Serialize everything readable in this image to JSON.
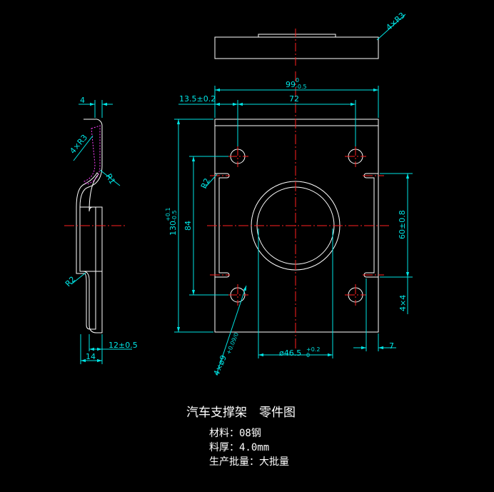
{
  "title": "汽车支撑架　零件图",
  "notes": [
    "材料：08钢",
    "料厚：4.0mm",
    "生产批量：大批量"
  ],
  "dimensions": {
    "width_overall": "99",
    "width_overall_tol_upper": "0",
    "width_overall_tol_lower": "-0.5",
    "hole_spacing_x": "72",
    "edge_offset": "13.5±0.2",
    "height_overall": "130",
    "height_overall_tol_upper": "+0.1",
    "height_overall_tol_lower": "-0.5",
    "hole_spacing_y": "84",
    "slot_height": "60±0.8",
    "slot_depth_x": "7",
    "slot_size": "4×4",
    "bore_dia": "ø46.5",
    "bore_tol_upper": "+0.2",
    "bore_tol_lower": "0",
    "holes": "4×ø9",
    "holes_tol": "+0.09/0",
    "corner_r2_front": "R2",
    "top_radius": "4×R3",
    "side_thickness": "4",
    "side_radius": "4×R3",
    "side_r1": "R1",
    "side_r2": "R2",
    "side_flange": "12±0.5",
    "side_width": "14"
  },
  "colors": {
    "background": "#000000",
    "outline": "#ffffff",
    "dimension": "#00e5e5",
    "centerline": "#ff2020",
    "hatch": "#ff40ff"
  }
}
